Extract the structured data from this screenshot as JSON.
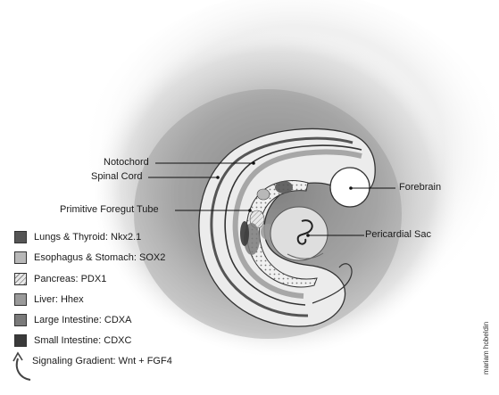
{
  "labels": {
    "notochord": "Notochord",
    "spinal_cord": "Spinal Cord",
    "primitive_foregut_tube": "Primitive Foregut Tube",
    "forebrain": "Forebrain",
    "pericardial_sac": "Pericardial Sac"
  },
  "legend": [
    {
      "label": "Lungs & Thyroid: Nkx2.1",
      "color": "#555555"
    },
    {
      "label": "Esophagus & Stomach: SOX2",
      "color": "#b8b8b8"
    },
    {
      "label": "Pancreas: PDX1",
      "color": "#e8e8e8"
    },
    {
      "label": "Liver: Hhex",
      "color": "#9a9a9a"
    },
    {
      "label": "Large Intestine: CDXA",
      "color": "#7a7a7a"
    },
    {
      "label": "Small Intestine: CDXC",
      "color": "#3a3a3a"
    }
  ],
  "signaling": {
    "label": "Signaling Gradient: Wnt + FGF4",
    "icon": "curved-arrow-icon"
  },
  "credit": "mariam hobeldin"
}
